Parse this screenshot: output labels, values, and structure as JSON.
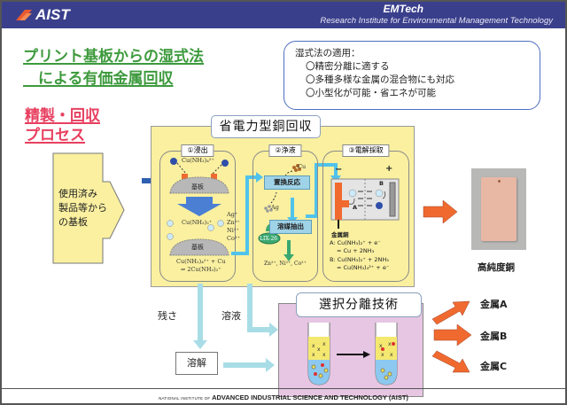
{
  "header": {
    "logo_text": "AIST",
    "brand": "EMTech",
    "institute": "Research Institute for Environmental Management Technology"
  },
  "title": {
    "line1": "プリント基板からの湿式法",
    "line2": "　による有価金属回収"
  },
  "subtitle": {
    "line1": "精製・回収",
    "line2": "プロセス"
  },
  "benefits": {
    "heading": "湿式法の適用：",
    "items": [
      "〇精密分離に適する",
      "〇多種多様な金属の混合物にも対応",
      "〇小型化が可能・省エネが可能"
    ]
  },
  "input": {
    "line1": "使用済み",
    "line2": "製品等から",
    "line3": "の基板"
  },
  "copper_process": {
    "title": "省電力型銅回収",
    "steps": [
      {
        "label": "①浸出",
        "complex_top": "Cu(NH₃)₄²⁺",
        "substrate": "基板",
        "complex_mid": "Cu(NH₃)₂⁺",
        "ions": [
          "Ag⁺",
          "Zn²⁺",
          "Ni²⁺",
          "Co²⁺"
        ],
        "substrate2": "基板",
        "reaction_line1": "Cu(NH₃)₄²⁺ + Cu",
        "reaction_line2": "⇒ 2Cu(NH₃)₂⁺"
      },
      {
        "label": "②浄液",
        "cu_label": "Cu",
        "displacement": "置換反応",
        "ag_label": "Ag",
        "solvent_extraction": "溶媒抽出",
        "extractant": "LIX-26",
        "byproducts": "Zn²⁺, Ni²⁺, Co²⁺"
      },
      {
        "label": "③電解採取",
        "minus": "−",
        "plus": "+",
        "electrode_a": "A",
        "electrode_b": "B",
        "cathode_product": "金属銅",
        "reaction_a_line1": "A: Cu(NH₃)₂⁺ + e⁻",
        "reaction_a_line2": "= Cu + 2NH₃",
        "reaction_b_line1": "B: Cu(NH₃)₂⁺ + 2NH₃",
        "reaction_b_line2": "= Cu(NH₃)₄²⁺ + e⁻"
      }
    ]
  },
  "product": {
    "label": "高純度銅"
  },
  "flow": {
    "residue": "残さ",
    "solution": "溶液",
    "dissolve": "溶解"
  },
  "separation": {
    "title": "選択分離技術",
    "outputs": [
      "金属A",
      "金属B",
      "金属C"
    ]
  },
  "footer": {
    "prefix": "NATIONAL INSTITUTE OF",
    "main": "ADVANCED INDUSTRIAL SCIENCE AND TECHNOLOGY (AIST)"
  },
  "colors": {
    "header_bg": "#3a3f8c",
    "title_green": "#3d9a3d",
    "title_red": "#e84060",
    "panel_yellow": "#faf0a0",
    "panel_pink": "#e6c6e2",
    "flow_cyan": "#4fc3ec",
    "flow_light": "#a8dde6",
    "orange_arrow": "#f06a30",
    "process_box": "#9fd3e8"
  }
}
